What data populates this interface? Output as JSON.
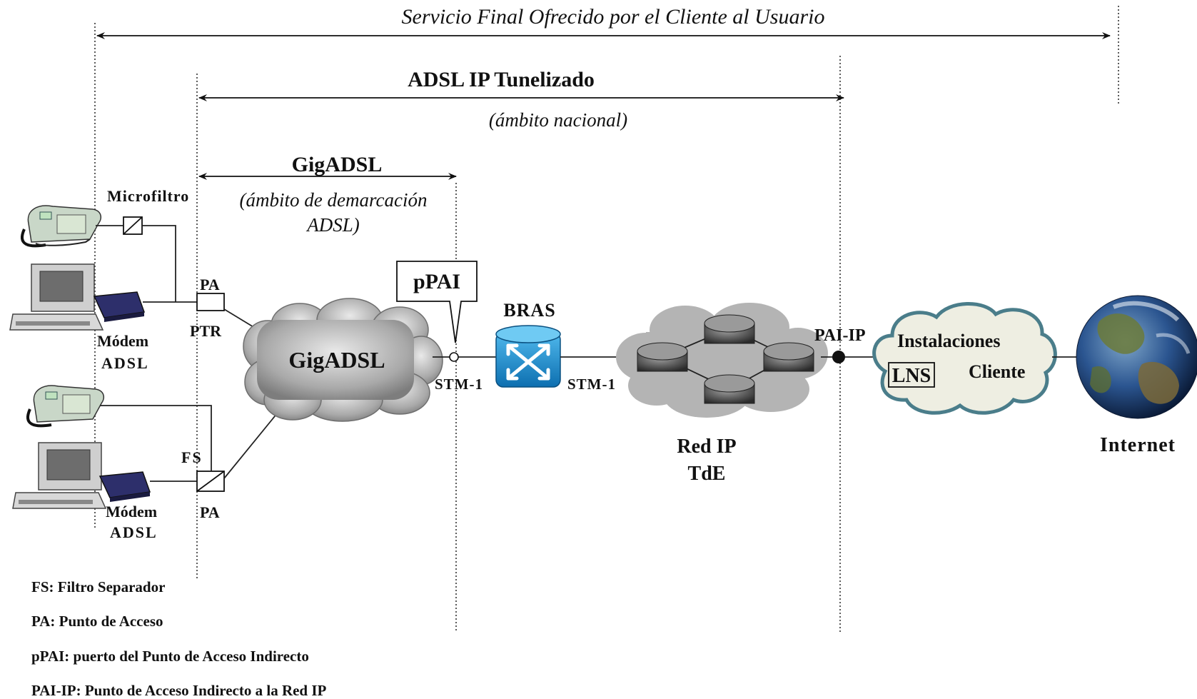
{
  "scopes": {
    "service": "Servicio Final Ofrecido por el Cliente al Usuario",
    "adsl_ip_title": "ADSL IP Tunelizado",
    "adsl_ip_sub": "(ámbito nacional)",
    "gigadsl_title": "GigADSL",
    "gigadsl_sub_1": "(ámbito de demarcación",
    "gigadsl_sub_2": "ADSL)"
  },
  "labels": {
    "microfiltro": "Microfiltro",
    "pa_top": "PA",
    "ptr": "PTR",
    "modem_top_1": "Módem",
    "modem_top_2": "ADSL",
    "fs": "FS",
    "pa_bottom": "PA",
    "modem_bottom_1": "Módem",
    "modem_bottom_2": "ADSL",
    "gigadsl_cloud": "GigADSL",
    "ppai": "pPAI",
    "stm1_left": "STM-1",
    "bras": "BRAS",
    "stm1_right": "STM-1",
    "red_ip_1": "Red IP",
    "red_ip_2": "TdE",
    "pai_ip": "PAI-IP",
    "instalaciones": "Instalaciones",
    "cliente": "Cliente",
    "lns": "LNS",
    "internet": "Internet"
  },
  "legend": [
    "FS: Filtro Separador",
    "PA: Punto de Acceso",
    "pPAI: puerto del Punto de Acceso Indirecto",
    "PAI-IP: Punto de Acceso Indirecto a la Red IP"
  ],
  "colors": {
    "cloud_gray": "#a8a8a8",
    "bras_blue": "#1a8fd0",
    "client_cloud": "#eeeee2",
    "client_border": "#4a7d8a",
    "earth_blue": "#1f3f7a"
  }
}
